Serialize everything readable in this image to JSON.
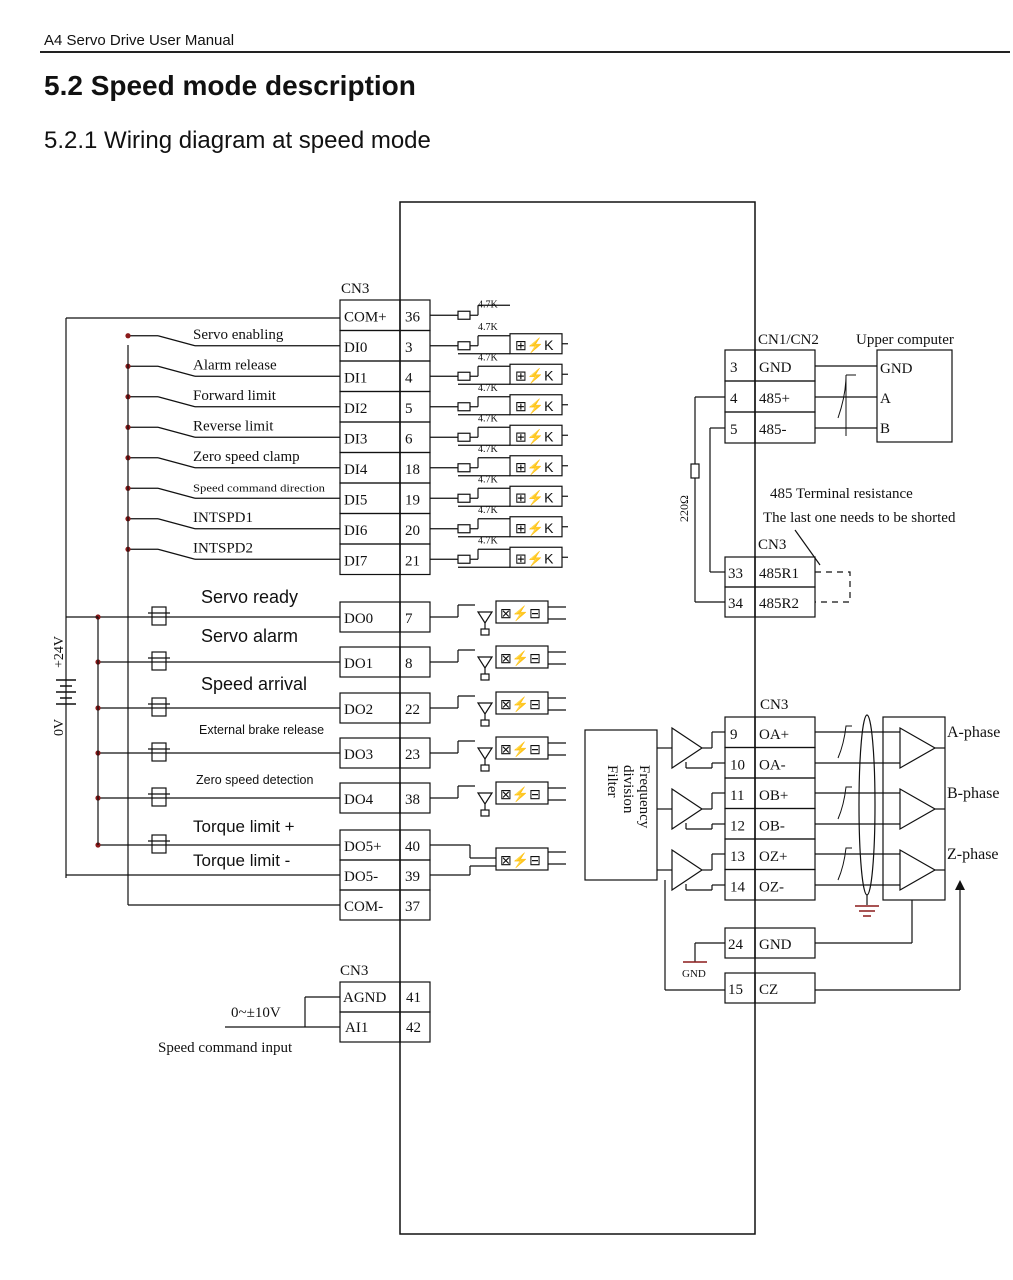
{
  "header": {
    "manual_title": "A4 Servo Drive User Manual"
  },
  "section": {
    "title": "5.2  Speed mode description",
    "subtitle": "5.2.1 Wiring diagram at speed mode"
  },
  "colors": {
    "line": "#111111",
    "junction": "#8b1a1a",
    "gnd": "#8b1a1a"
  },
  "cn3_label": "CN3",
  "supply": {
    "plus": "+24V",
    "zero": "0V"
  },
  "di_pins": [
    {
      "name": "COM+",
      "num": "36",
      "label": ""
    },
    {
      "name": "DI0",
      "num": "3",
      "label": "Servo enabling"
    },
    {
      "name": "DI1",
      "num": "4",
      "label": "Alarm release"
    },
    {
      "name": "DI2",
      "num": "5",
      "label": "Forward limit"
    },
    {
      "name": "DI3",
      "num": "6",
      "label": "Reverse limit"
    },
    {
      "name": "DI4",
      "num": "18",
      "label": "Zero speed clamp"
    },
    {
      "name": "DI5",
      "num": "19",
      "label": "Speed command direction"
    },
    {
      "name": "DI6",
      "num": "20",
      "label": "INTSPD1"
    },
    {
      "name": "DI7",
      "num": "21",
      "label": "INTSPD2"
    }
  ],
  "resistor_label": "4.7K",
  "do_pins": [
    {
      "name": "DO0",
      "num": "7",
      "label": "Servo ready"
    },
    {
      "name": "DO1",
      "num": "8",
      "label": "Servo alarm"
    },
    {
      "name": "DO2",
      "num": "22",
      "label": "Speed arrival"
    },
    {
      "name": "DO3",
      "num": "23",
      "label": "External brake release"
    },
    {
      "name": "DO4",
      "num": "38",
      "label": "Zero speed detection"
    },
    {
      "name": "DO5+",
      "num": "40",
      "label": "Torque limit +"
    },
    {
      "name": "DO5-",
      "num": "39",
      "label": "Torque limit -"
    },
    {
      "name": "COM-",
      "num": "37",
      "label": ""
    }
  ],
  "analog": {
    "cn3_label": "CN3",
    "pins": [
      {
        "name": "AGND",
        "num": "41"
      },
      {
        "name": "AI1",
        "num": "42"
      }
    ],
    "range": "0~±10V",
    "caption": "Speed command input"
  },
  "comm": {
    "header": "CN1/CN2",
    "upper_title": "Upper computer",
    "pins": [
      {
        "num": "3",
        "name": "GND"
      },
      {
        "num": "4",
        "name": "485+"
      },
      {
        "num": "5",
        "name": "485-"
      }
    ],
    "upper_pins": [
      "GND",
      "A",
      "B"
    ],
    "resistor": "220Ω",
    "terminal_note1": "485 Terminal resistance",
    "terminal_note2": "The last one needs to be shorted",
    "cn3_label": "CN3",
    "term_pins": [
      {
        "num": "33",
        "name": "485R1"
      },
      {
        "num": "34",
        "name": "485R2"
      }
    ]
  },
  "encoder": {
    "cn3_label": "CN3",
    "filter_label": [
      "Frequency",
      "division",
      "Filter"
    ],
    "pins": [
      {
        "num": "9",
        "name": "OA+"
      },
      {
        "num": "10",
        "name": "OA-"
      },
      {
        "num": "11",
        "name": "OB+"
      },
      {
        "num": "12",
        "name": "OB-"
      },
      {
        "num": "13",
        "name": "OZ+"
      },
      {
        "num": "14",
        "name": "OZ-"
      }
    ],
    "phases": [
      "A-phase",
      "B-phase",
      "Z-phase"
    ],
    "gnd_pin": {
      "num": "24",
      "name": "GND"
    },
    "cz_pin": {
      "num": "15",
      "name": "CZ"
    },
    "gnd_symbol": "GND"
  }
}
